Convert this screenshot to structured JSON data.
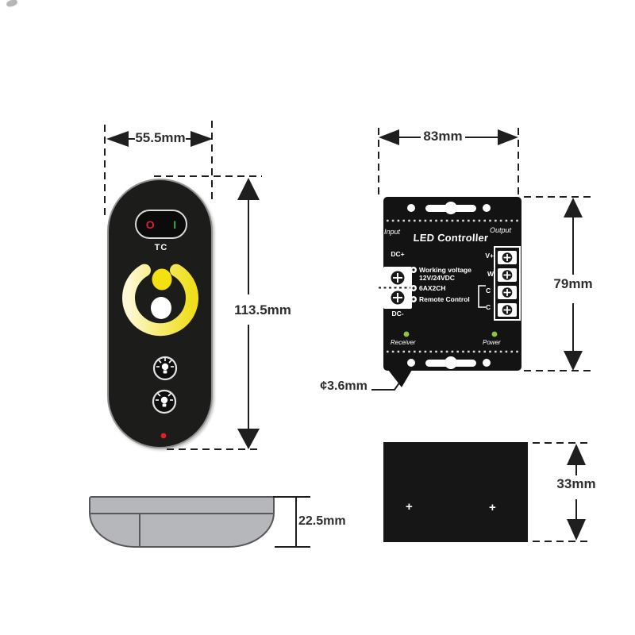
{
  "diagram_title": "LED controller and touch remote dimension diagram",
  "colors": {
    "accent_yellow": "#f2e01e",
    "pale_yellow": "#fdf8d4",
    "switch_red": "#d4242b",
    "switch_green": "#2fae49",
    "led_green": "#8bc63e",
    "indicator_red": "#e51e25",
    "device_black": "#131313",
    "hull_gray": "#b5b7ba",
    "dim_line": "#1f1f1f"
  },
  "remote_front": {
    "width_dim": "55.5mm",
    "height_dim": "113.5mm",
    "power_off_label": "O",
    "power_on_label": "I",
    "mode_label": "TC"
  },
  "controller_front": {
    "width_dim": "83mm",
    "height_dim": "79mm",
    "hole_dim": "¢3.6mm",
    "input_label": "Input",
    "output_label": "Output",
    "title": "LED Controller",
    "dc_plus_label": "DC+",
    "dc_minus_label": "DC-",
    "specs": [
      "Working voltage 12V/24VDC",
      "6AX2CH",
      "Remote Control"
    ],
    "terminals": [
      "V+",
      "W",
      "C",
      "C"
    ],
    "receiver_label": "Receiver",
    "power_label": "Power"
  },
  "remote_side": {
    "height_dim": "22.5mm"
  },
  "controller_side": {
    "height_dim": "33mm",
    "screw_mark": "+"
  }
}
